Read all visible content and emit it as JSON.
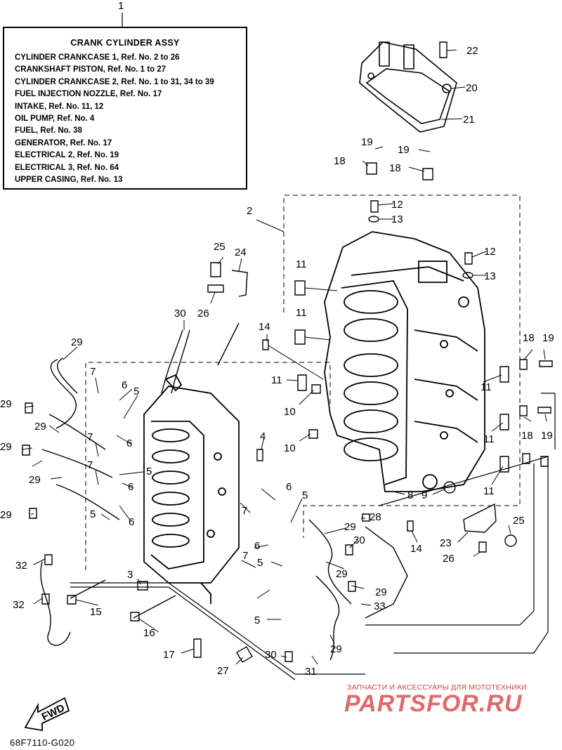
{
  "diagram": {
    "assembly_box": {
      "number": "1",
      "title": "CRANK CYLINDER ASSY",
      "rows": [
        "CYLINDER CRANKCASE 1,  Ref. No. 2  to  26",
        "CRANKSHAFT PISTON,  Ref. No. 1  to 27",
        "CYLINDER CRANKCASE 2,  Ref. No. 1 to 31, 34 to 39",
        "FUEL INJECTION NOZZLE,  Ref. No. 17",
        "INTAKE,  Ref. No. 11, 12",
        "OIL PUMP,  Ref. No. 4",
        "FUEL,  Ref. No. 38",
        "GENERATOR,  Ref. No. 17",
        "ELECTRICAL 2,  Ref. No. 19",
        "ELECTRICAL 3,  Ref. No. 64",
        "UPPER CASING,  Ref. No. 13"
      ]
    },
    "callouts": [
      "2",
      "3",
      "4",
      "5",
      "5",
      "5",
      "5",
      "5",
      "5",
      "6",
      "6",
      "6",
      "6",
      "6",
      "6",
      "7",
      "7",
      "7",
      "7",
      "7",
      "8",
      "9",
      "10",
      "10",
      "11",
      "11",
      "11",
      "11",
      "11",
      "11",
      "12",
      "12",
      "13",
      "13",
      "14",
      "14",
      "15",
      "16",
      "17",
      "18",
      "18",
      "18",
      "18",
      "19",
      "19",
      "19",
      "19",
      "20",
      "21",
      "22",
      "23",
      "24",
      "25",
      "25",
      "26",
      "26",
      "27",
      "28",
      "29",
      "29",
      "29",
      "29",
      "29",
      "29",
      "29",
      "29",
      "29",
      "29",
      "30",
      "30",
      "30",
      "31",
      "32",
      "32",
      "33"
    ],
    "fwd_label": "FWD",
    "drawing_code": "68F7110-G020"
  },
  "watermark": {
    "small_text": "ЗАПЧАСТИ И АКСЕССУАРЫ ДЛЯ МОТОТЕХНИКИ",
    "brand_text": "PARTSFOR.RU",
    "color": "#e06a6a"
  }
}
